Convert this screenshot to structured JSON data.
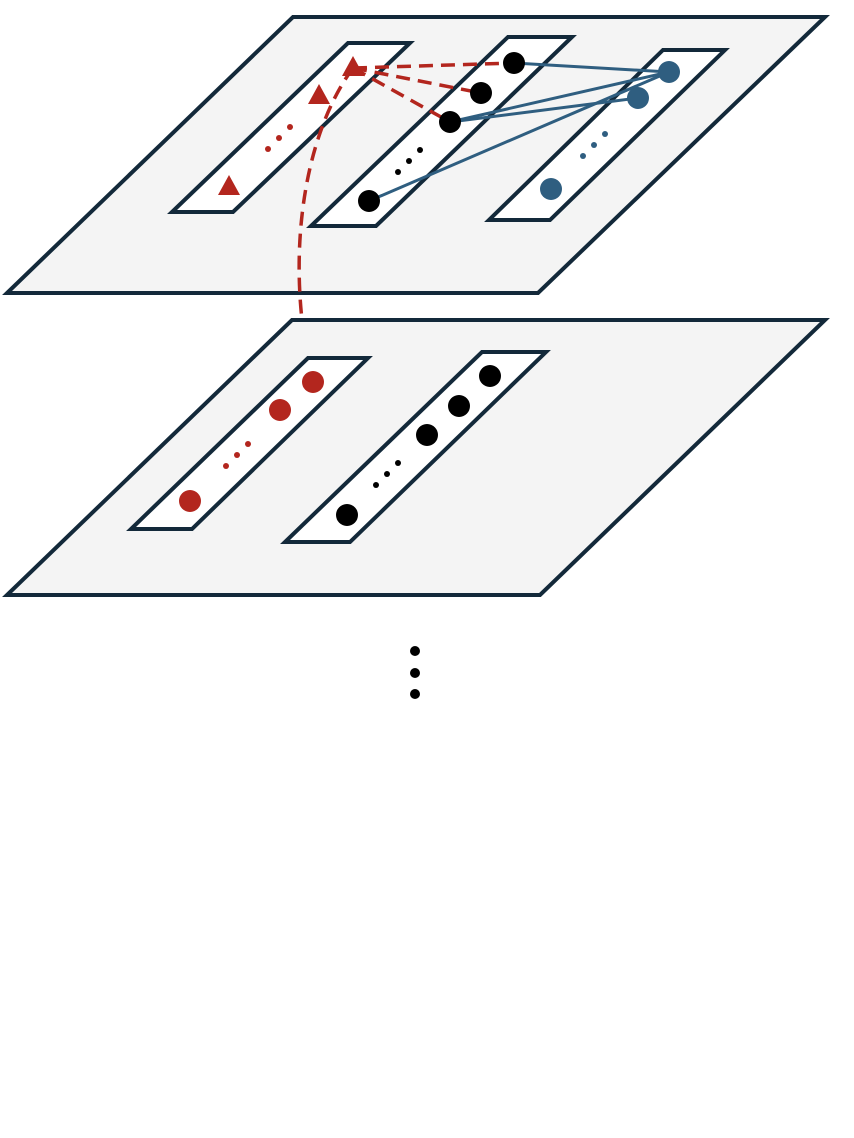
{
  "diagram": {
    "layers": [
      {
        "id": "top",
        "groups": [
          {
            "id": "triangle-group",
            "node_count": 3,
            "has_ellipsis": true
          },
          {
            "id": "black-group-top",
            "node_count": 4,
            "has_ellipsis": true
          },
          {
            "id": "blue-group",
            "node_count": 3,
            "has_ellipsis": true
          }
        ]
      },
      {
        "id": "bottom",
        "groups": [
          {
            "id": "red-group",
            "node_count": 3,
            "has_ellipsis": true
          },
          {
            "id": "black-group-bottom",
            "node_count": 4,
            "has_ellipsis": true
          }
        ]
      }
    ],
    "more_layers_indicator": true,
    "colors": {
      "plane_fill": "#f4f4f4",
      "outline": "#13293a",
      "red": "#b3261e",
      "blue": "#2f5e80",
      "black": "#000000"
    }
  }
}
